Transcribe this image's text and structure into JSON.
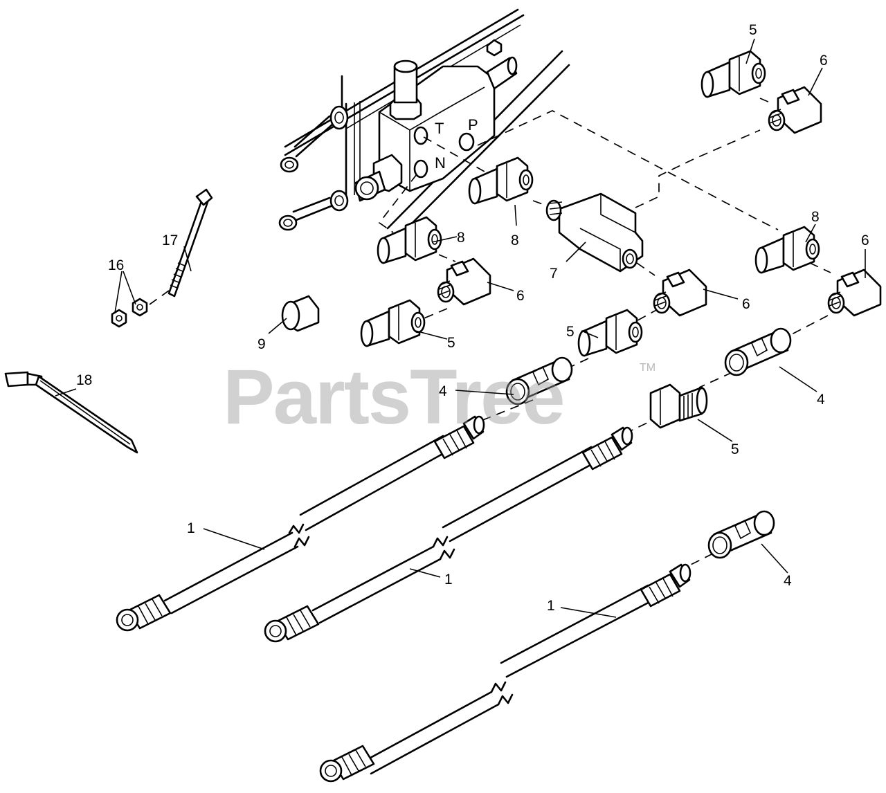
{
  "watermark": {
    "text": "PartsTree",
    "trademark": "TM"
  },
  "port_labels": {
    "t": "T",
    "p": "P",
    "n": "N"
  },
  "callouts": {
    "c5_top": "5",
    "c6_top": "6",
    "c8_left": "8",
    "c8_mid": "8",
    "c8_right": "8",
    "c6_left": "6",
    "c6_mid": "6",
    "c6_right": "6",
    "c7": "7",
    "c17": "17",
    "c16": "16",
    "c9": "9",
    "c5_left": "5",
    "c5_mid": "5",
    "c5_right": "5",
    "c18": "18",
    "c4_left": "4",
    "c4_right": "4",
    "c4_bottom": "4",
    "c1_left": "1",
    "c1_mid": "1",
    "c1_bottom": "1"
  }
}
